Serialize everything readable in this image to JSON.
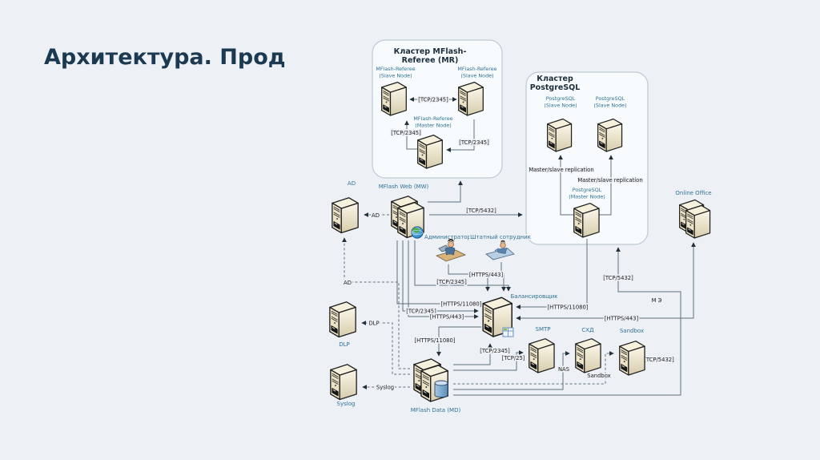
{
  "title": "Архитектура. Прод",
  "colors": {
    "background": "#edf1f6",
    "title_text": "#1b3950",
    "node_label": "#2e7293",
    "edge_label": "#1b1b1b",
    "line": "#5f6e7c",
    "cluster_fill": "#f8fbfd",
    "server_beige": "#e9e0c4"
  },
  "clusters": {
    "mr": {
      "title": [
        "Кластер MFlash-",
        "Referee (MR)"
      ]
    },
    "pg": {
      "title": [
        "Кластер",
        "PostgreSQL"
      ]
    }
  },
  "nodes": {
    "mr_slave_left": {
      "label": [
        "MFlash-Referee",
        "(Slave Node)"
      ]
    },
    "mr_slave_right": {
      "label": [
        "MFlash-Referee",
        "(Slave Node)"
      ]
    },
    "mr_master": {
      "label": [
        "MFlash-Referee",
        "(Master Node)"
      ]
    },
    "pg_slave_left": {
      "label": [
        "PostgreSQL",
        "(Slave Node)"
      ]
    },
    "pg_slave_right": {
      "label": [
        "PostgreSQL",
        "(Slave Node)"
      ]
    },
    "pg_master": {
      "label": [
        "PostgreSQL",
        "(Master Node)"
      ]
    },
    "ad": {
      "label": "AD"
    },
    "mflash_web": {
      "label": "MFlash Web (MW)"
    },
    "online_office": {
      "label": "Online Office"
    },
    "admin": {
      "label": "Администратор"
    },
    "employee": {
      "label": "Штатный сотрудник"
    },
    "balancer": {
      "label": "Балансировщик"
    },
    "smtp": {
      "label": "SMTP"
    },
    "sxd": {
      "label": "СХД"
    },
    "sandbox": {
      "label": "Sandbox"
    },
    "dlp": {
      "label": "DLP"
    },
    "syslog": {
      "label": "Syslog"
    },
    "mflash_data": {
      "label": "MFlash Data (MD)"
    }
  },
  "edges": {
    "mr_slaves": "[TCP/2345]",
    "mr_master_left": "[TCP/2345]",
    "mr_right_master": "[TCP/2345]",
    "pg_repl_left": "Master/slave replication",
    "pg_repl_right": "Master/slave replication",
    "mw_ad": "AD",
    "mw_pg": "[TCP/5432]",
    "users_balancer": "[HTTPS/443]",
    "mw_bal_top": "[TCP/2345]",
    "mw_bal_1": "[HTTPS/11080]",
    "mw_bal_2": "[TCP/2345]",
    "mw_bal_3": "[HTTPS/443]",
    "pg_balancer": "[HTTPS/11080]",
    "bal_online": "[HTTPS/443]",
    "md_pg_up": "[TCP/5432]",
    "md_pg_side": "[TCP/5432]",
    "firewall": "М Э",
    "bal_md": "[HTTPS/11080]",
    "md_bal": "[TCP/2345]",
    "md_smtp": "[TCP/25]",
    "md_sxd": "NAS",
    "md_sandbox": "Sandbox",
    "md_ad": "AD",
    "md_dlp": "DLP",
    "md_syslog": "Syslog"
  }
}
